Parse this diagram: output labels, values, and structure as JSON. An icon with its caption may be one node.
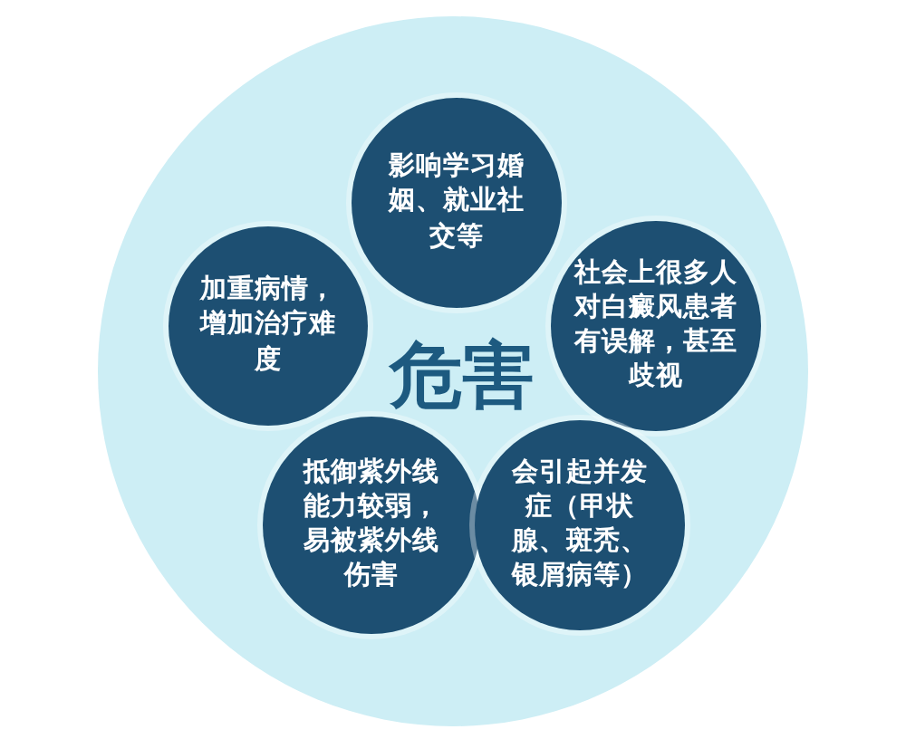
{
  "diagram": {
    "nodes": [
      {
        "text": [
          "危害"
        ]
      },
      {
        "text": [
          "影响学习婚姻、就业社交等"
        ],
        "in": 0
      },
      {
        "text": [
          "加重病情，增加治疗难度"
        ],
        "in": 0
      },
      {
        "text": [
          "社会上很多人对白癜风患者有误解，甚至歧视"
        ],
        "in": 0
      },
      {
        "text": [
          "抵御紫外线能力较弱，易被紫外线伤害"
        ],
        "in": 0
      },
      {
        "text": [
          "会引起并发症（甲状腺、斑秃、银屑病等）"
        ],
        "in": 0
      }
    ]
  }
}
